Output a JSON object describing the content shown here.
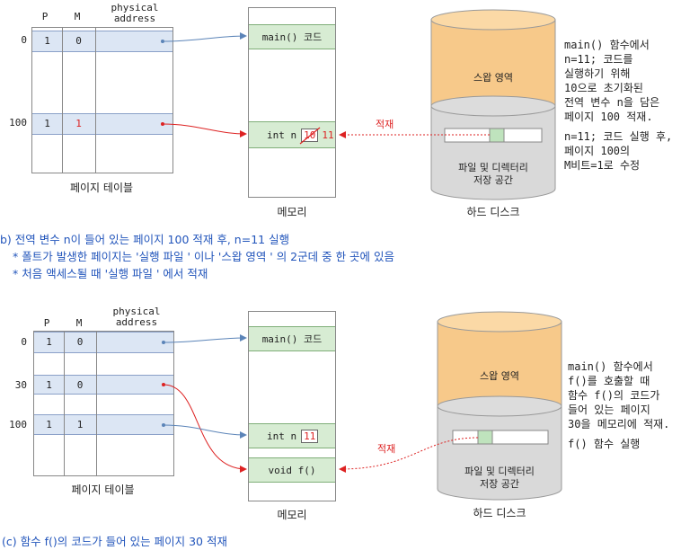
{
  "panel_b": {
    "headers": {
      "p": "P",
      "m": "M",
      "physical_1": "physical",
      "physical_2": "address"
    },
    "rows": [
      {
        "address": "0",
        "p": "1",
        "m": "0"
      },
      {
        "address": "100",
        "p": "1",
        "m": "1"
      }
    ],
    "table_caption": "페이지 테이블",
    "memory_slots": {
      "main": "main() 코드",
      "int_label": "int n",
      "old_value": "10",
      "new_value": "11"
    },
    "memory_caption": "메모리",
    "disk": {
      "swap_label": "스왑 영역",
      "fs_label_1": "파일 및 디렉터리",
      "fs_label_2": "저장 공간",
      "caption": "하드 디스크"
    },
    "load_label": "적재",
    "notes": [
      "main() 함수에서",
      "n=11; 코드를",
      "실행하기 위해",
      "10으로 초기화된",
      "전역 변수 n을 담은",
      "페이지 100 적재.",
      "n=11; 코드 실행 후,",
      "페이지 100의",
      "M비트=1로 수정"
    ],
    "caption_lines": [
      "b) 전역 변수 n이 들어 있는 페이지 100 적재 후, n=11 실행",
      "* 폴트가 발생한 페이지는 '실행 파일 ' 이나 '스왑 영역 ' 의 2군데 중 한 곳에 있음",
      "* 처음 액세스될 때 '실행 파일 ' 에서 적재"
    ]
  },
  "panel_c": {
    "headers": {
      "p": "P",
      "m": "M",
      "physical_1": "physical",
      "physical_2": "address"
    },
    "rows": [
      {
        "address": "0",
        "p": "1",
        "m": "0"
      },
      {
        "address": "30",
        "p": "1",
        "m": "0"
      },
      {
        "address": "100",
        "p": "1",
        "m": "1"
      }
    ],
    "table_caption": "페이지 테이블",
    "memory_slots": {
      "main": "main() 코드",
      "int_label": "int n",
      "value": "11",
      "void": "void f()"
    },
    "memory_caption": "메모리",
    "disk": {
      "swap_label": "스왑 영역",
      "fs_label_1": "파일 및 디렉터리",
      "fs_label_2": "저장 공간",
      "caption": "하드 디스크"
    },
    "load_label": "적재",
    "notes": [
      "main() 함수에서",
      "f()를 호출할 때",
      "함수 f()의 코드가",
      "들어 있는 페이지",
      "30을 메모리에 적재.",
      "f() 함수 실행"
    ],
    "caption": "(c) 함수 f()의 코드가 들어 있는 페이지 30 적재"
  }
}
